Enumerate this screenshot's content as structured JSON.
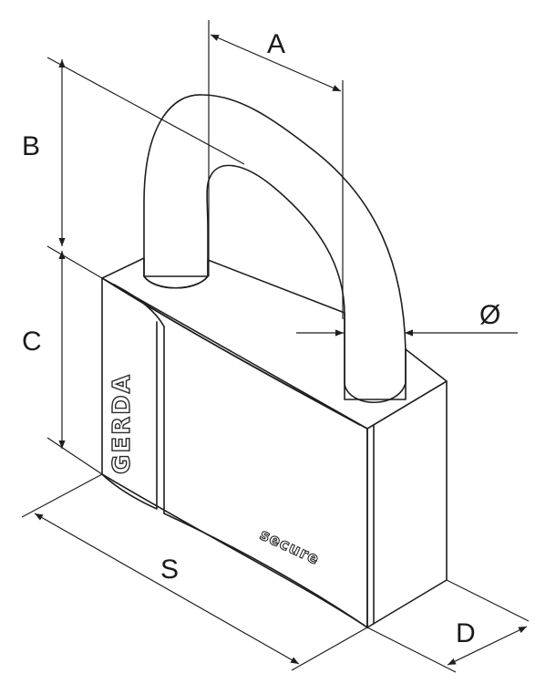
{
  "labels": {
    "shackle_width": "A",
    "shackle_clearance": "B",
    "body_height": "C",
    "shackle_diameter": "Ø",
    "body_width": "S",
    "body_depth": "D"
  },
  "lock": {
    "brand": "GERDA",
    "model": "secure"
  },
  "colors": {
    "stroke": "#1e1e1e",
    "background": "#ffffff"
  }
}
